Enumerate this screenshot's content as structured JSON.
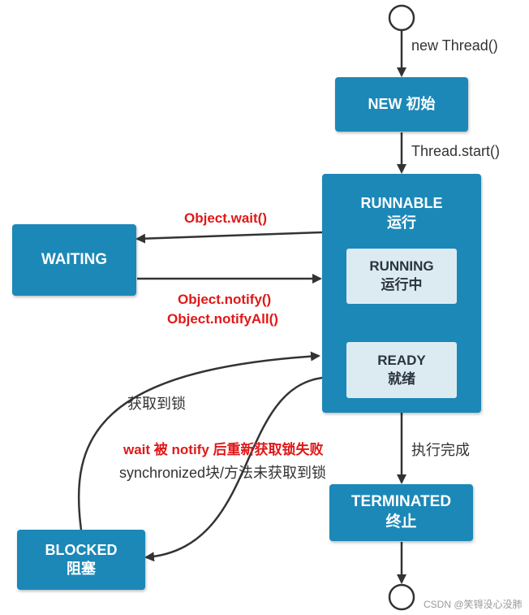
{
  "states": {
    "new": "NEW 初始",
    "runnable_title_1": "RUNNABLE",
    "runnable_title_2": "运行",
    "running_1": "RUNNING",
    "running_2": "运行中",
    "ready_1": "READY",
    "ready_2": "就绪",
    "waiting": "WAITING",
    "blocked_1": "BLOCKED",
    "blocked_2": "阻塞",
    "terminated_1": "TERMINATED",
    "terminated_2": "终止"
  },
  "labels": {
    "new_thread": "new Thread()",
    "thread_start": "Thread.start()",
    "object_wait": "Object.wait()",
    "object_notify": "Object.notify()",
    "object_notify_all": "Object.notifyAll()",
    "acquire_lock": "获取到锁",
    "wait_notify_fail": "wait 被 notify 后重新获取锁失败",
    "sync_fail": "synchronized块/方法未获取到锁",
    "exec_done": "执行完成"
  },
  "watermark": "CSDN @笑锝没心没肺",
  "colors": {
    "state_fill": "#1b88b8",
    "inner_fill": "#dcebf2",
    "arrow": "#333333",
    "highlight_arrow": "#f0ff80",
    "red_label": "#e01818"
  }
}
